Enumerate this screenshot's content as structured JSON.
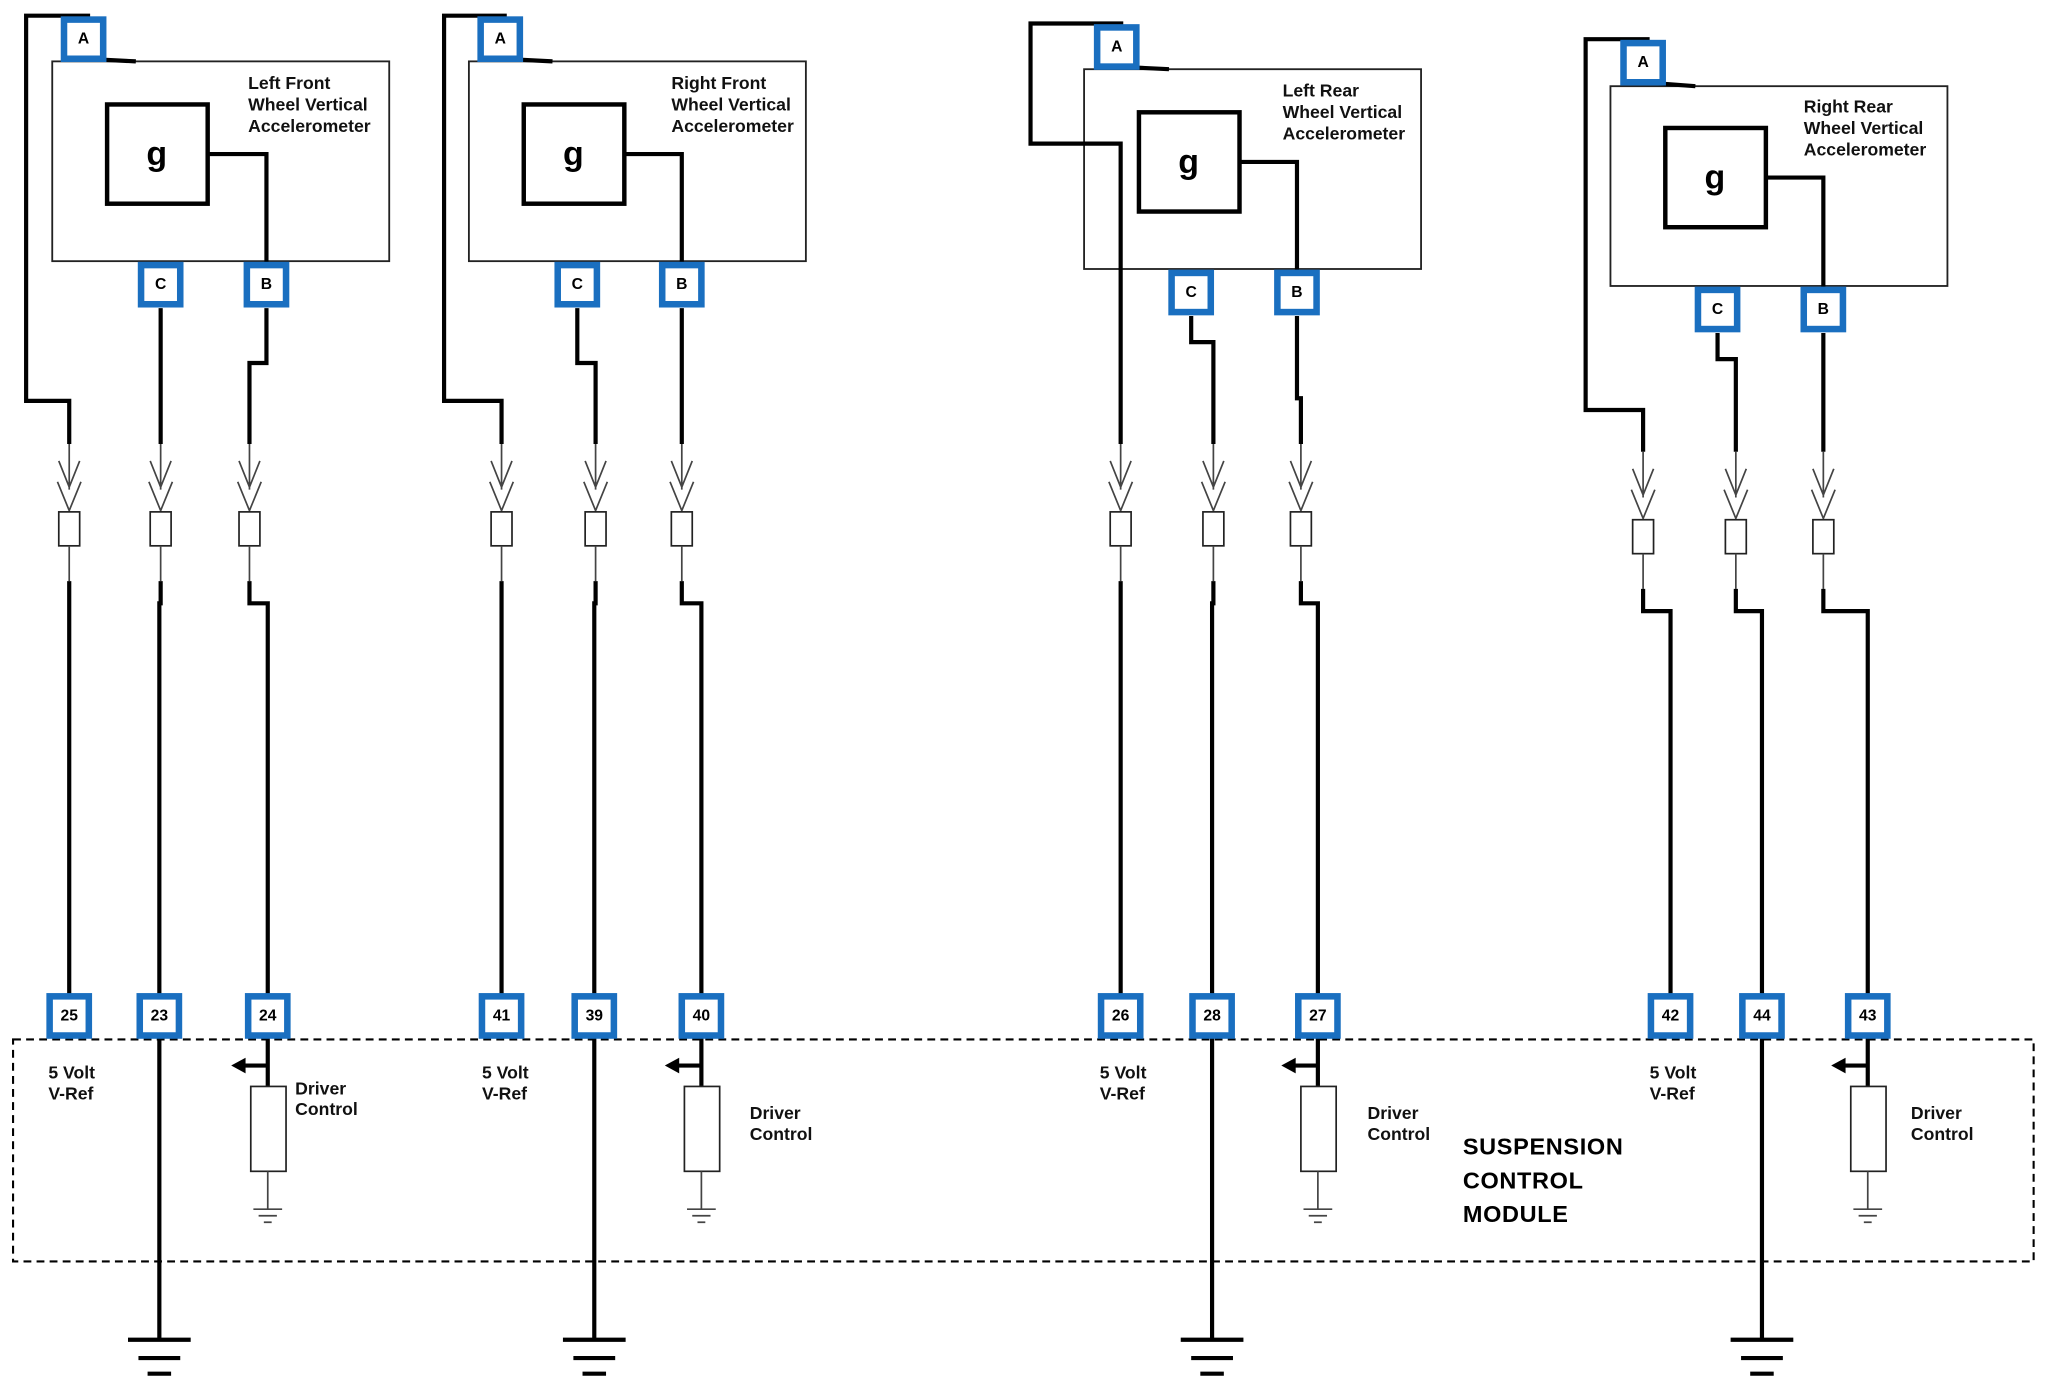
{
  "diagram": {
    "module_label": [
      "SUSPENSION",
      "CONTROL",
      "MODULE"
    ],
    "sensor_symbol": "g",
    "sensors": [
      {
        "id": "lf",
        "title": [
          "Left Front",
          "Wheel Vertical",
          "Accelerometer"
        ],
        "pins": {
          "A": "A",
          "B": "B",
          "C": "C"
        },
        "module_pins": {
          "vref": "25",
          "ground": "23",
          "signal": "24"
        },
        "vref_label": [
          "5 Volt",
          "V-Ref"
        ],
        "driver_label": [
          "Driver",
          "Control"
        ]
      },
      {
        "id": "rf",
        "title": [
          "Right Front",
          "Wheel Vertical",
          "Accelerometer"
        ],
        "pins": {
          "A": "A",
          "B": "B",
          "C": "C"
        },
        "module_pins": {
          "vref": "41",
          "ground": "39",
          "signal": "40"
        },
        "vref_label": [
          "5 Volt",
          "V-Ref"
        ],
        "driver_label": [
          "Driver",
          "Control"
        ]
      },
      {
        "id": "lr",
        "title": [
          "Left Rear",
          "Wheel Vertical",
          "Accelerometer"
        ],
        "pins": {
          "A": "A",
          "B": "B",
          "C": "C"
        },
        "module_pins": {
          "vref": "26",
          "ground": "28",
          "signal": "27"
        },
        "vref_label": [
          "5 Volt",
          "V-Ref"
        ],
        "driver_label": [
          "Driver",
          "Control"
        ]
      },
      {
        "id": "rr",
        "title": [
          "Right Rear",
          "Wheel Vertical",
          "Accelerometer"
        ],
        "pins": {
          "A": "A",
          "B": "B",
          "C": "C"
        },
        "module_pins": {
          "vref": "42",
          "ground": "44",
          "signal": "43"
        },
        "vref_label": [
          "5 Volt",
          "V-Ref"
        ],
        "driver_label": [
          "Driver",
          "Control"
        ]
      }
    ],
    "colors": {
      "pin_border": "#1a6fc0",
      "wire": "#000000"
    }
  }
}
